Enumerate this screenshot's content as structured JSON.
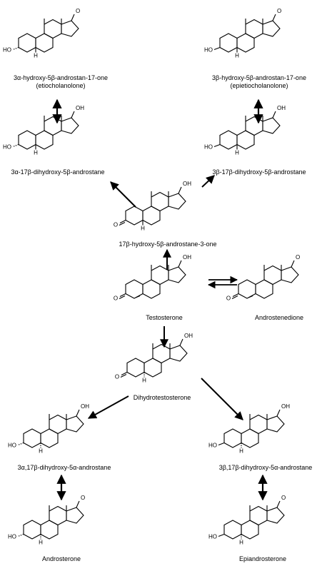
{
  "compounds": {
    "etiocholanolone": {
      "name": "3α-hydroxy-5β-androstan-17-one",
      "trivial": "(etiocholanolone)",
      "c3": "HO",
      "c5": "H",
      "c17": "O"
    },
    "epietiocholanolone": {
      "name": "3β-hydroxy-5β-androstan-17-one",
      "trivial": "(epietiocholanolone)",
      "c3": "HO",
      "c5": "H",
      "c17": "O"
    },
    "diol_3a_5b": {
      "name": "3α-17β-dihydroxy-5β-androstane",
      "c3": "HO",
      "c5": "H",
      "c17": "OH"
    },
    "diol_3b_5b": {
      "name": "3β-17β-dihydroxy-5β-androstane",
      "c3": "HO",
      "c5": "H",
      "c17": "OH"
    },
    "hydroxy_5b_3one": {
      "name": "17β-hydroxy-5β-androstane-3-one",
      "c3": "O",
      "c5": "H",
      "c17": "OH"
    },
    "testosterone": {
      "name": "Testosterone",
      "c3": "O",
      "c17": "OH"
    },
    "androstenedione": {
      "name": "Androstenedione",
      "c3": "O",
      "c17": "O"
    },
    "dihydrotestosterone": {
      "name": "Dihydrotestosterone",
      "c3": "O",
      "c5": "H",
      "c17": "OH"
    },
    "diol_3a_5a": {
      "name": "3α,17β-dihydroxy-5α-androstane",
      "c3": "HO",
      "c5": "H",
      "c17": "OH"
    },
    "diol_3b_5a": {
      "name": "3β,17β-dihydroxy-5α-androstane",
      "c3": "HO",
      "c5": "H",
      "c17": "OH"
    },
    "androsterone": {
      "name": "Androsterone",
      "c3": "HO",
      "c5": "H",
      "c17": "O"
    },
    "epiandrosterone": {
      "name": "Epiandrosterone",
      "c3": "HO",
      "c5": "H",
      "c17": "O"
    }
  }
}
